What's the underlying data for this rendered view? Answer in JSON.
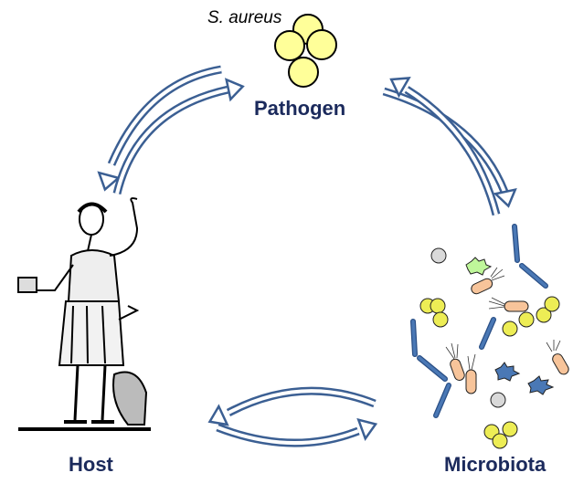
{
  "labels": {
    "species": "S. aureus",
    "pathogen": "Pathogen",
    "host": "Host",
    "microbiota": "Microbiota"
  },
  "colors": {
    "arrow": "#3b5f93",
    "label": "#1b2a5c",
    "coccus": "#f2f27a",
    "rod_blue": "#4a78b5",
    "rod_orange": "#f7c49a",
    "green_cell": "#bff79a",
    "grey_cell": "#d9d9d9"
  }
}
